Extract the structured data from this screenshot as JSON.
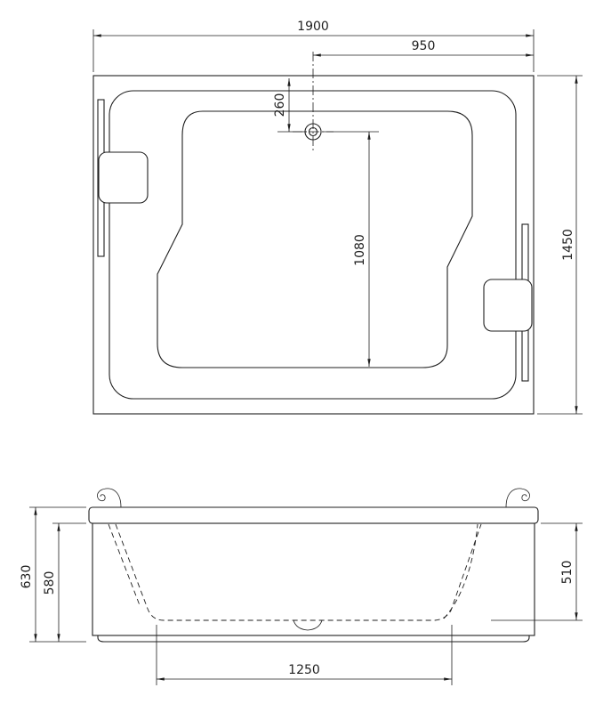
{
  "palette": {
    "background": "#ffffff",
    "line_color": "#1f1f1f"
  },
  "dimensions": {
    "top": {
      "overall_length": "1900",
      "drain_to_right_edge": "950",
      "top_edge_to_drain": "260",
      "drain_to_basin_end": "1080",
      "overall_width": "1450"
    },
    "front": {
      "overall_height": "630",
      "panel_height": "580",
      "inner_depth": "510",
      "basin_bottom_length": "1250"
    }
  }
}
